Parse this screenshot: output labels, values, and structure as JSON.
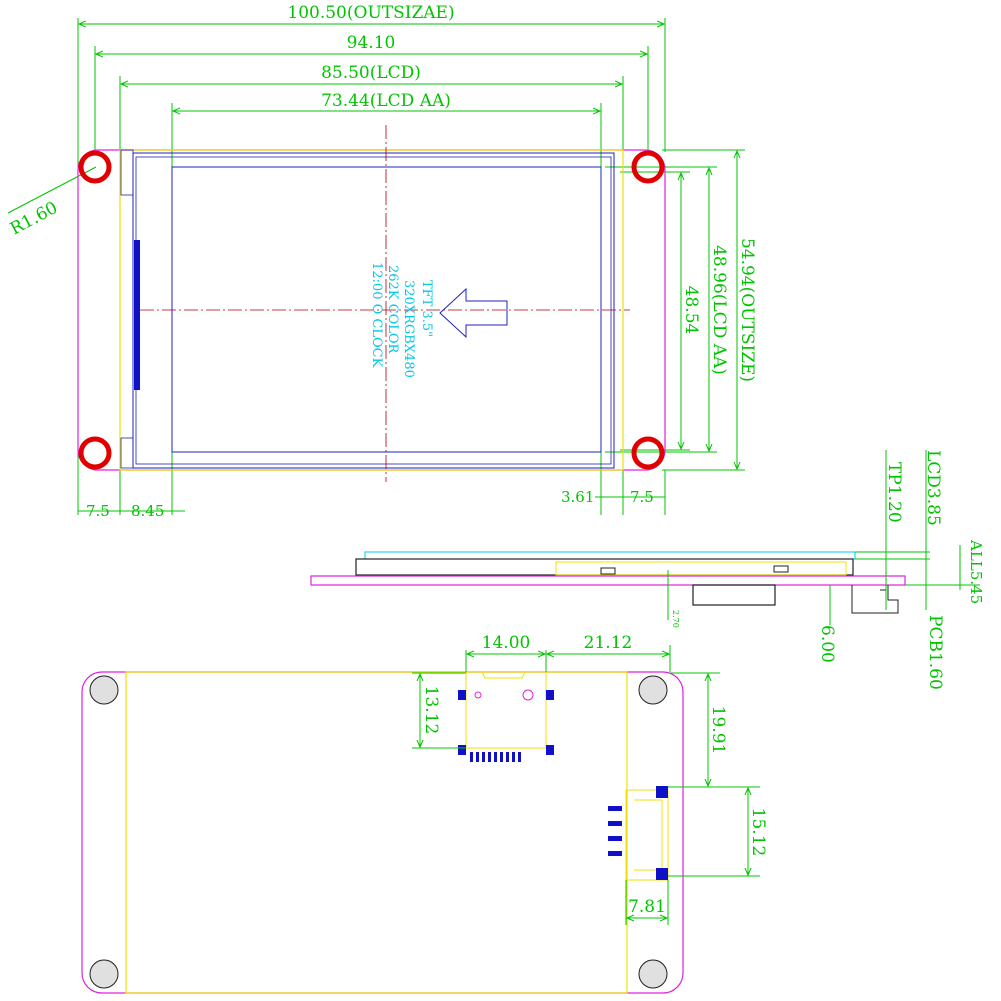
{
  "dimensions": {
    "outsize_width": "100.50(OUTSIZAE)",
    "pcb_inner_width": "94.10",
    "lcd_width": "85.50(LCD)",
    "lcd_aa_width": "73.44(LCD AA)",
    "outsize_height": "54.94(OUTSIZE)",
    "lcd_aa_height": "48.96(LCD AA)",
    "inner_height": "48.54",
    "hole_radius": "R1.60",
    "left_hole_offset": "7.5",
    "left_aa_offset": "8.45",
    "right_aa_offset": "3.61",
    "right_hole_offset": "7.5"
  },
  "side_view": {
    "lcd_thickness": "LCD3.85",
    "tp_thickness": "TP1.20",
    "total_thickness": "ALL5.45",
    "connector_height": "6.00",
    "pcb_thickness": "PCB1.60",
    "small_dim": "2.70"
  },
  "screen_text": {
    "line1": "TFT 3.5\"",
    "line2": "320XRGBX480",
    "line3": "262K COLOR",
    "line4": "12:00 O CLOCK"
  },
  "back_view": {
    "sd_slot_width": "14.00",
    "sd_offset": "21.12",
    "sd_height": "13.12",
    "conn_offset_top": "19.91",
    "conn_height": "15.12",
    "conn_width": "7.81"
  },
  "colors": {
    "dimension": "#00c400",
    "pcb_outline": "#e020e0",
    "lcd_outline": "#f0e000",
    "active_area": "#2020c0",
    "mounting_hole": "#e00000",
    "center_line": "#b00000",
    "screen_label": "#00c8e8",
    "connector_pad": "#1010c8"
  },
  "icons": [
    "arrow-icon",
    "mounting-hole-icon"
  ]
}
